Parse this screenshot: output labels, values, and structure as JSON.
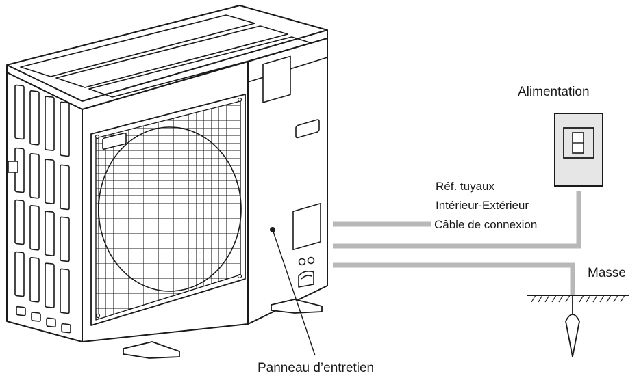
{
  "labels": {
    "power_supply": "Alimentation",
    "ref_pipes": "Réf. tuyaux",
    "indoor_outdoor": "Intérieur-Extérieur",
    "connection_cable": "Câble de connexion",
    "ground": "Masse",
    "service_panel": "Panneau d’entretien"
  },
  "colors": {
    "line": "#1a1a1a",
    "cable": "#b8b8b8",
    "box_fill": "#e6e6e6"
  }
}
